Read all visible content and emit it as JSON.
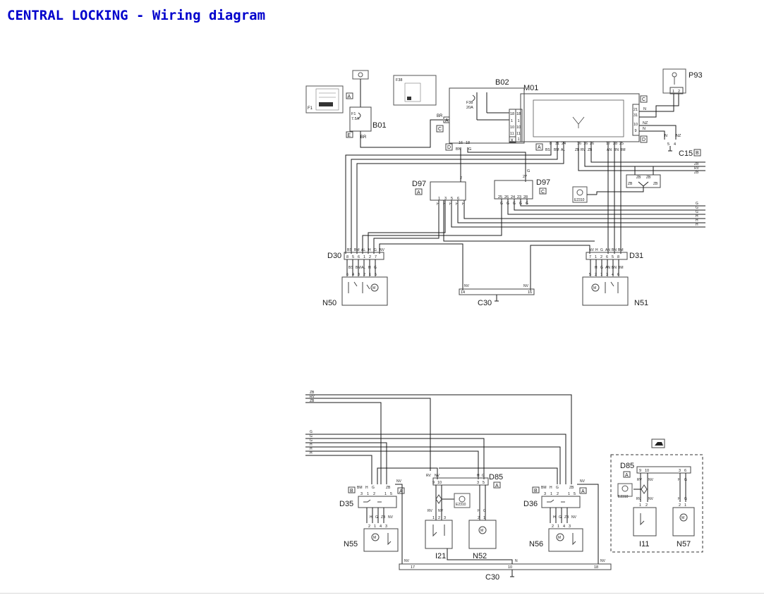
{
  "page": {
    "title": "CENTRAL LOCKING - Wiring diagram"
  },
  "components": {
    "B01": "B01",
    "B02": "B02",
    "M01": "M01",
    "P93": "P93",
    "C15": "C15",
    "D97": "D97",
    "D30": "D30",
    "D31": "D31",
    "N50": "N50",
    "N51": "N51",
    "C30": "C30",
    "D35": "D35",
    "D36": "D36",
    "D85": "D85",
    "N55": "N55",
    "N52": "N52",
    "N56": "N56",
    "N57": "N57",
    "I21": "I21",
    "I11": "I11",
    "F1": "F1",
    "F1_rating": "7.5A",
    "F38": "F38",
    "F38_rating": "20A",
    "E2310": "E2310"
  },
  "connector_tags": {
    "A": "A",
    "B": "B",
    "C": "C",
    "D": "D",
    "E": "E",
    "X": "X"
  },
  "wire_colors": {
    "BR": "BR",
    "BN": "BN",
    "G": "G",
    "BS": "BS",
    "BM": "BM",
    "AL": "AL",
    "ZB": "ZB",
    "RV": "RV",
    "AN": "AN",
    "H": "H",
    "NV": "NV",
    "N": "N",
    "NZ": "NZ"
  },
  "pins": {
    "1": "1",
    "2": "2",
    "3": "3",
    "4": "4",
    "5": "5",
    "6": "6",
    "7": "7",
    "8": "8",
    "9": "9",
    "10": "10",
    "11": "11",
    "14": "14",
    "16": "16",
    "17": "17",
    "18": "18",
    "21": "21",
    "23": "23",
    "24": "24",
    "25": "25",
    "26": "26",
    "27": "27",
    "28": "28",
    "31": "31"
  },
  "colors": {
    "title": "#0000cc",
    "ink": "#1a1a1a",
    "frame": "#444444"
  }
}
